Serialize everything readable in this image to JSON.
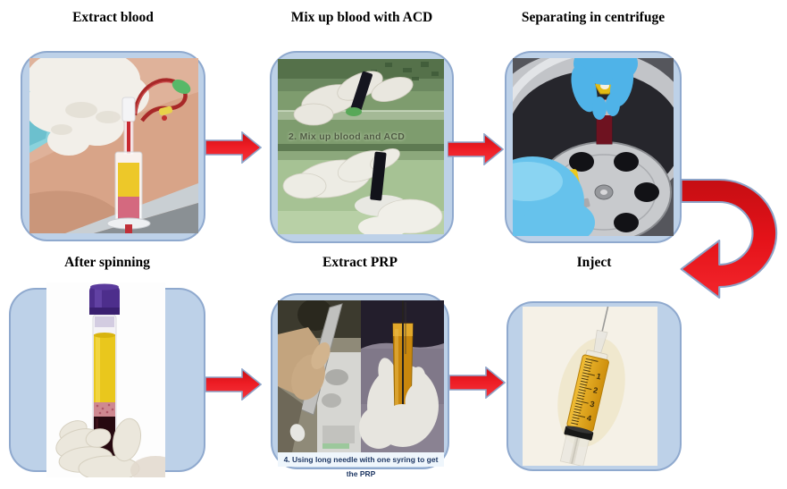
{
  "colors": {
    "background": "#FFFFFF",
    "panel_fill": "#BDD1E8",
    "panel_border": "#8FA9CE",
    "arrow_red": "#E8131B",
    "arrow_outline": "#8CA3C8"
  },
  "icons": {
    "flow_arrow": "right-arrow",
    "wrap_arrow": "curved-u-turn-arrow"
  },
  "diagram": {
    "steps": [
      {
        "id": "extract-blood",
        "title": "Extract blood"
      },
      {
        "id": "mix-blood-acd",
        "title": "Mix up blood with ACD",
        "photo_caption": "2. Mix up blood and ACD"
      },
      {
        "id": "centrifuge",
        "title": "Separating in centrifuge"
      },
      {
        "id": "after-spinning",
        "title": "After spinning"
      },
      {
        "id": "extract-prp",
        "title": "Extract PRP",
        "photo_caption": "4. Using long needle with one syring to get the PRP"
      },
      {
        "id": "inject",
        "title": "Inject",
        "syringe_scale_marks": [
          "1",
          "2",
          "3",
          "4"
        ]
      }
    ]
  }
}
